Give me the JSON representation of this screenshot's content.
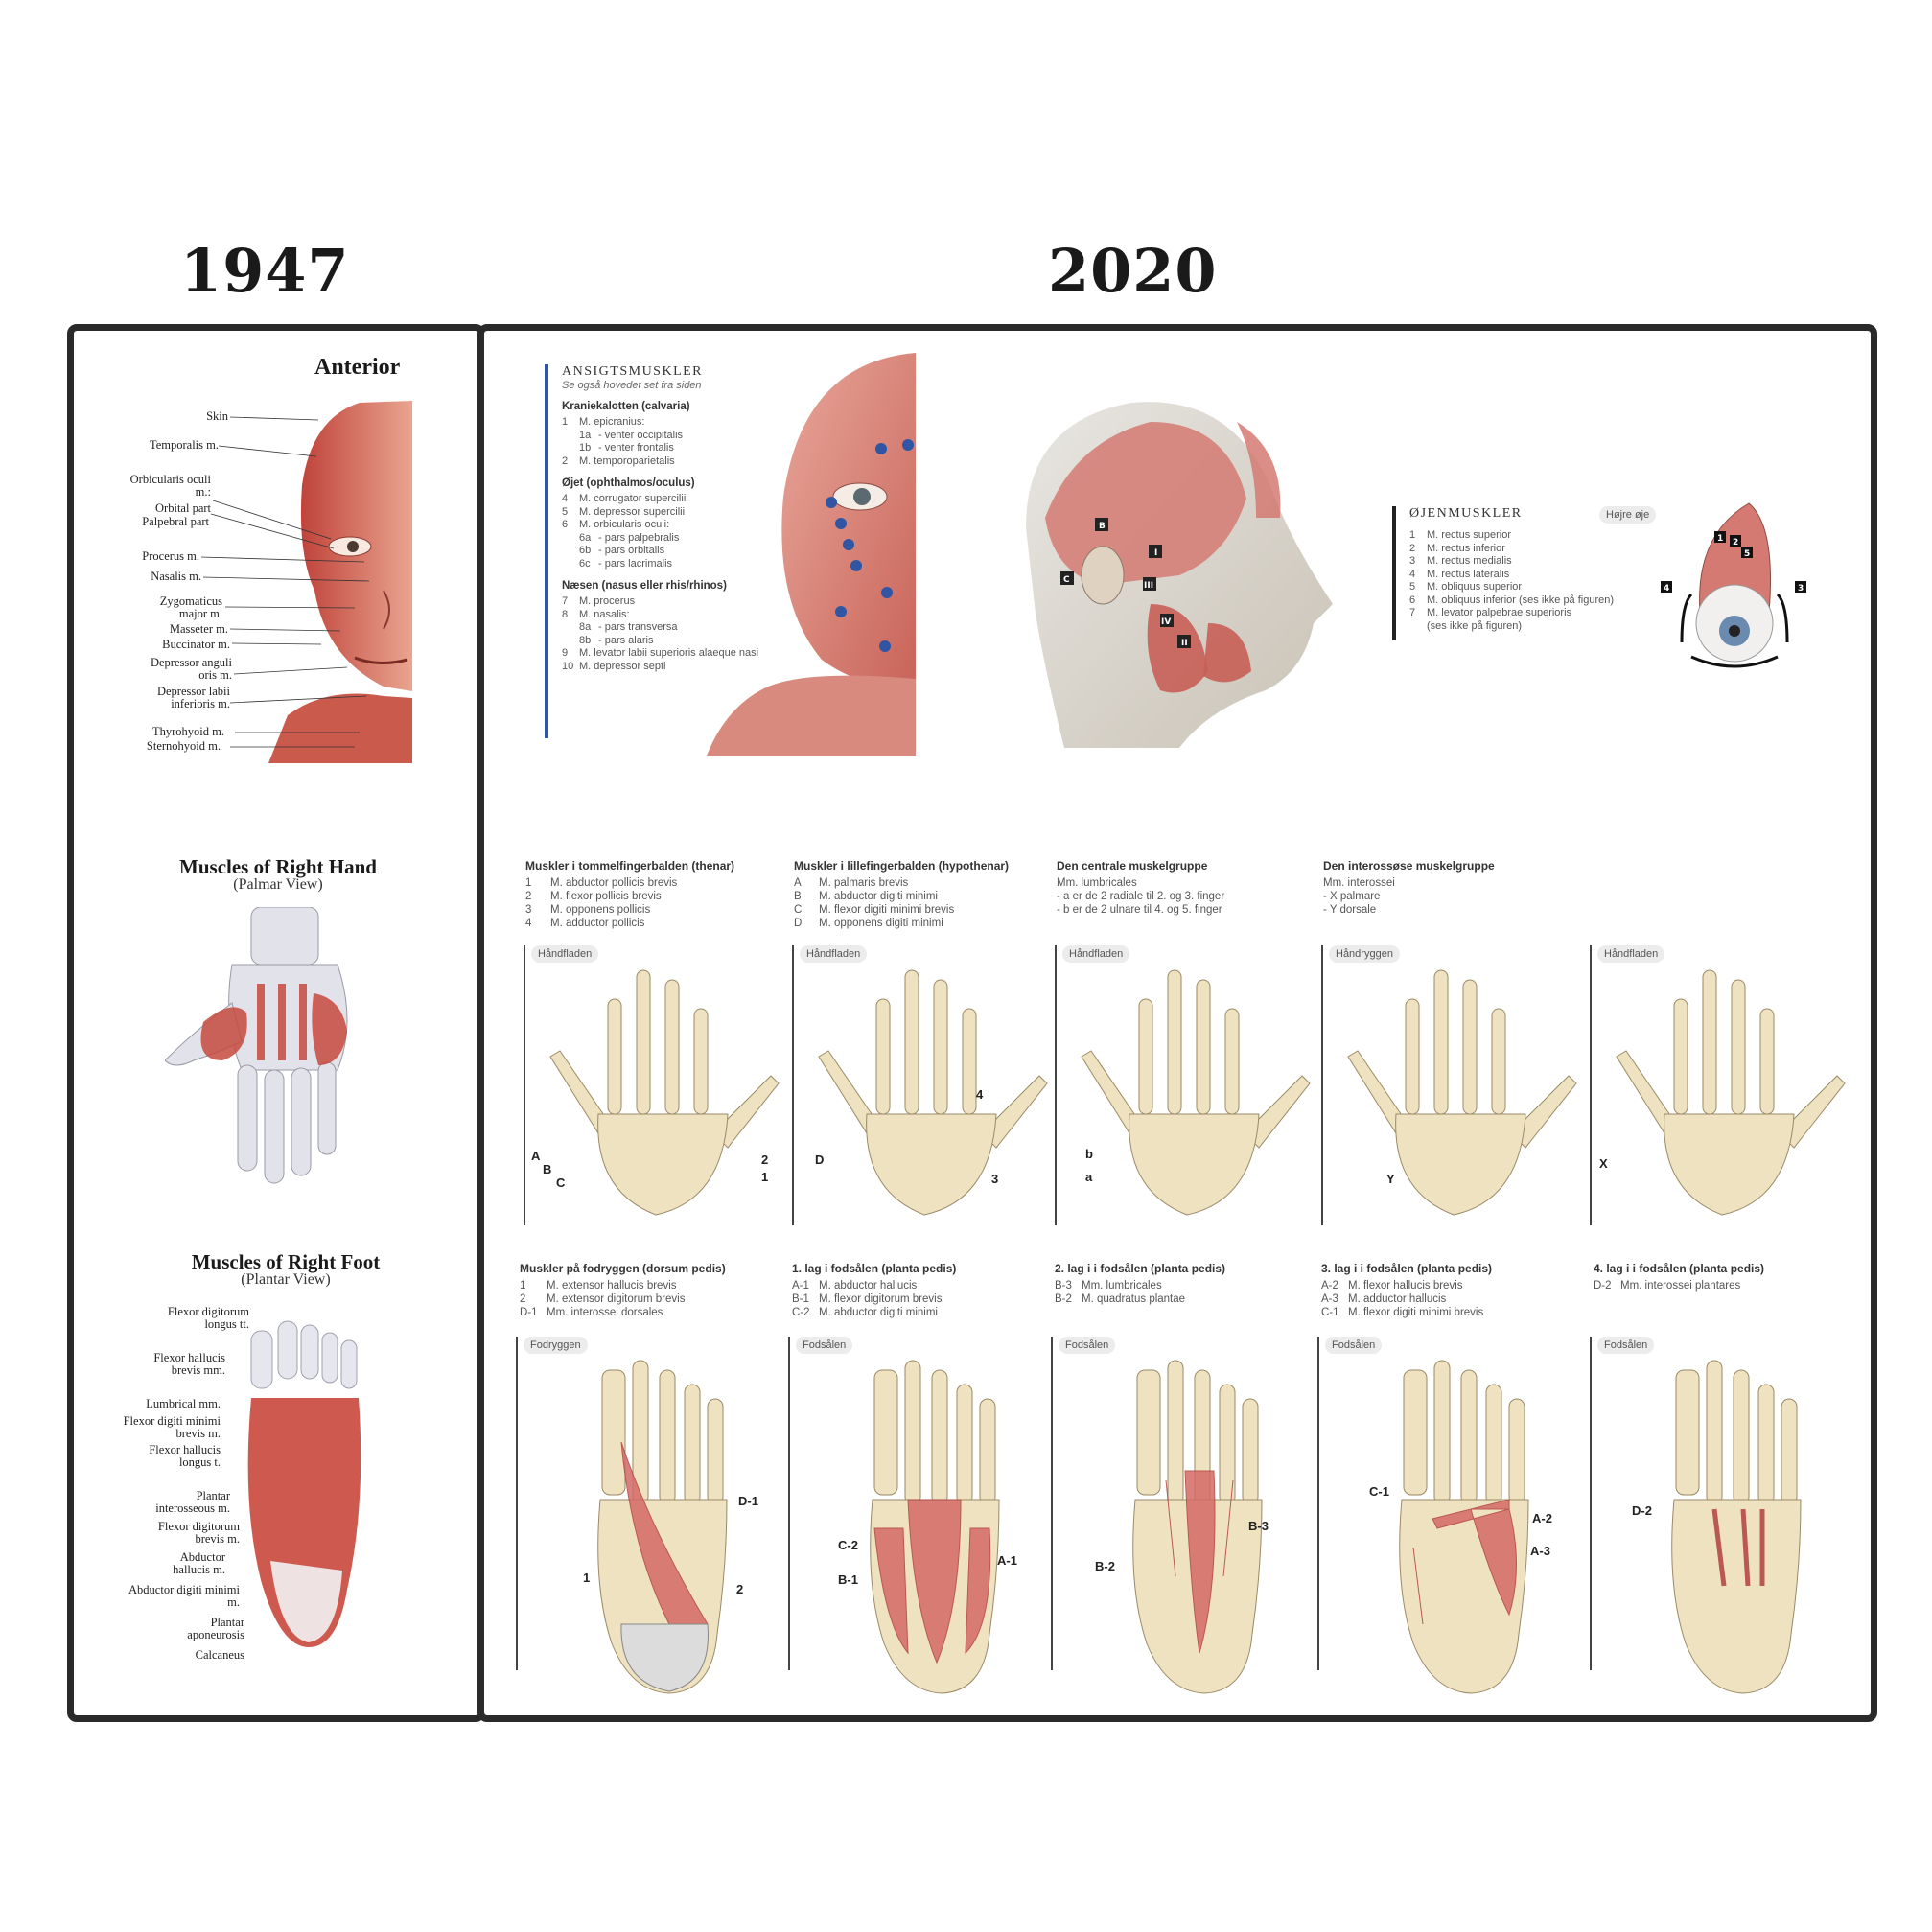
{
  "years": {
    "left": "1947",
    "right": "2020"
  },
  "old": {
    "face_title": "Anterior",
    "face_labels": [
      "Skin",
      "Temporalis m.",
      "Orbicularis oculi m.:",
      "Orbital part",
      "Palpebral part",
      "Procerus m.",
      "Nasalis m.",
      "Zygomaticus major m.",
      "Masseter m.",
      "Buccinator m.",
      "Depressor anguli oris m.",
      "Depressor labii inferioris m.",
      "Thyrohyoid m.",
      "Sternohyoid m."
    ],
    "hand_title": "Muscles of Right Hand",
    "hand_sub": "(Palmar View)",
    "foot_title": "Muscles of Right Foot",
    "foot_sub": "(Plantar View)",
    "foot_labels": [
      "Flexor digitorum longus tt.",
      "Flexor hallucis brevis mm.",
      "Lumbrical mm.",
      "Flexor digiti minimi brevis m.",
      "Flexor hallucis longus t.",
      "Plantar interosseous m.",
      "Flexor digitorum brevis m.",
      "Abductor hallucis m.",
      "Abductor digiti minimi m.",
      "Plantar aponeurosis",
      "Calcaneus"
    ]
  },
  "face": {
    "title": "ANSIGTSMUSKLER",
    "subtitle": "Se også hovedet set fra siden",
    "sections": [
      {
        "title": "Kraniekalotten (calvaria)",
        "rows": [
          {
            "k": "1",
            "v": "M. epicranius:",
            "ind": false
          },
          {
            "k": "1a",
            "v": "- venter occipitalis",
            "ind": true
          },
          {
            "k": "1b",
            "v": "- venter frontalis",
            "ind": true
          },
          {
            "k": "2",
            "v": "M. temporoparietalis",
            "ind": false
          }
        ]
      },
      {
        "title": "Øjet (ophthalmos/oculus)",
        "rows": [
          {
            "k": "4",
            "v": "M. corrugator supercilii",
            "ind": false
          },
          {
            "k": "5",
            "v": "M. depressor supercilii",
            "ind": false
          },
          {
            "k": "6",
            "v": "M. orbicularis oculi:",
            "ind": false
          },
          {
            "k": "6a",
            "v": "- pars palpebralis",
            "ind": true
          },
          {
            "k": "6b",
            "v": "- pars orbitalis",
            "ind": true
          },
          {
            "k": "6c",
            "v": "- pars lacrimalis",
            "ind": true
          }
        ]
      },
      {
        "title": "Næsen (nasus eller rhis/rhinos)",
        "rows": [
          {
            "k": "7",
            "v": "M. procerus",
            "ind": false
          },
          {
            "k": "8",
            "v": "M. nasalis:",
            "ind": false
          },
          {
            "k": "8a",
            "v": "- pars transversa",
            "ind": true
          },
          {
            "k": "8b",
            "v": "- pars alaris",
            "ind": true
          },
          {
            "k": "9",
            "v": "M. levator labii superioris alaeque nasi",
            "ind": false
          },
          {
            "k": "10",
            "v": "M. depressor septi",
            "ind": false
          }
        ]
      }
    ]
  },
  "eye": {
    "title": "ØJENMUSKLER",
    "pill": "Højre øje",
    "rows": [
      {
        "k": "1",
        "v": "M. rectus superior"
      },
      {
        "k": "2",
        "v": "M. rectus inferior"
      },
      {
        "k": "3",
        "v": "M. rectus medialis"
      },
      {
        "k": "4",
        "v": "M. rectus lateralis"
      },
      {
        "k": "5",
        "v": "M. obliquus superior"
      },
      {
        "k": "6",
        "v": "M. obliquus inferior (ses ikke på figuren)"
      },
      {
        "k": "7",
        "v": "M. levator palpebrae superioris"
      },
      {
        "k": "",
        "v": "(ses ikke på figuren)"
      }
    ]
  },
  "hands": [
    {
      "title": "Muskler i tommelfingerbalden (thenar)",
      "rows": [
        [
          "1",
          "M. abductor pollicis brevis"
        ],
        [
          "2",
          "M. flexor pollicis brevis"
        ],
        [
          "3",
          "M. opponens pollicis"
        ],
        [
          "4",
          "M. adductor pollicis"
        ]
      ],
      "pill": "Håndfladen"
    },
    {
      "title": "Muskler i lillefingerbalden (hypothenar)",
      "rows": [
        [
          "A",
          "M. palmaris brevis"
        ],
        [
          "B",
          "M. abductor digiti minimi"
        ],
        [
          "C",
          "M. flexor digiti minimi brevis"
        ],
        [
          "D",
          "M. opponens digiti minimi"
        ]
      ],
      "pill": "Håndfladen"
    },
    {
      "title": "Den centrale muskelgruppe",
      "rows": [
        [
          "",
          "Mm. lumbricales"
        ],
        [
          "",
          "- a er de 2 radiale til 2. og 3. finger"
        ],
        [
          "",
          "- b er de 2 ulnare til 4. og 5. finger"
        ]
      ],
      "pill": "Håndfladen"
    },
    {
      "title": "Den interossøse muskelgruppe",
      "rows": [
        [
          "",
          "Mm. interossei"
        ],
        [
          "",
          "- X palmare"
        ],
        [
          "",
          "- Y dorsale"
        ]
      ],
      "pill": "Håndryggen"
    },
    {
      "title": "",
      "rows": [],
      "pill": "Håndfladen"
    }
  ],
  "hand_callouts": [
    [
      "A",
      "B",
      "C",
      "2",
      "1"
    ],
    [
      "D",
      "4",
      "3"
    ],
    [
      "b",
      "a"
    ],
    [
      "Y"
    ],
    [
      "X"
    ]
  ],
  "feet": [
    {
      "title": "Muskler på fodryggen (dorsum pedis)",
      "rows": [
        [
          "1",
          "M. extensor hallucis brevis"
        ],
        [
          "2",
          "M. extensor digitorum brevis"
        ],
        [
          "D-1",
          "Mm. interossei dorsales"
        ]
      ],
      "pill": "Fodryggen",
      "callouts": [
        "D-1",
        "1",
        "2"
      ]
    },
    {
      "title": "1. lag i fodsålen (planta pedis)",
      "rows": [
        [
          "A-1",
          "M. abductor hallucis"
        ],
        [
          "B-1",
          "M. flexor digitorum brevis"
        ],
        [
          "C-2",
          "M. abductor digiti minimi"
        ]
      ],
      "pill": "Fodsålen",
      "callouts": [
        "C-2",
        "A-1",
        "B-1"
      ]
    },
    {
      "title": "2. lag i i fodsålen (planta pedis)",
      "rows": [
        [
          "B-3",
          "Mm. lumbricales"
        ],
        [
          "B-2",
          "M. quadratus plantae"
        ]
      ],
      "pill": "Fodsålen",
      "callouts": [
        "B-3",
        "B-2"
      ]
    },
    {
      "title": "3. lag i i fodsålen (planta pedis)",
      "rows": [
        [
          "A-2",
          "M. flexor hallucis brevis"
        ],
        [
          "A-3",
          "M. adductor hallucis"
        ],
        [
          "C-1",
          "M. flexor digiti minimi brevis"
        ]
      ],
      "pill": "Fodsålen",
      "callouts": [
        "C-1",
        "A-2",
        "A-3"
      ]
    },
    {
      "title": "4. lag i i fodsålen (planta pedis)",
      "rows": [
        [
          "D-2",
          "Mm. interossei plantares"
        ]
      ],
      "pill": "Fodsålen",
      "callouts": [
        "D-2"
      ]
    }
  ]
}
